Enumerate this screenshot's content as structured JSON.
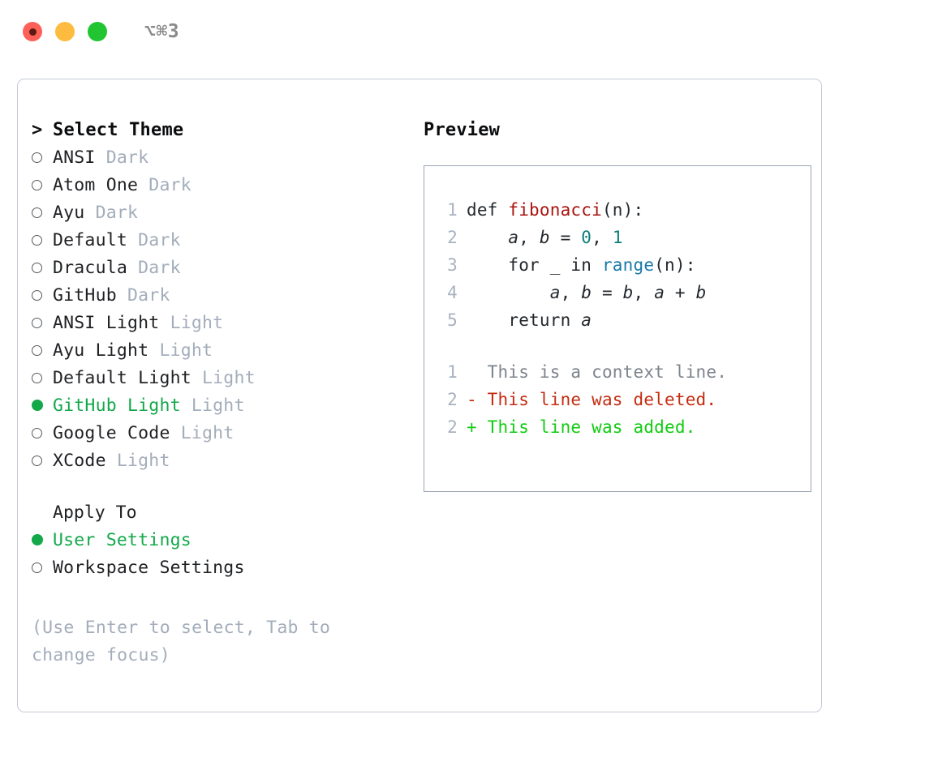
{
  "titlebar": {
    "shortcut": "⌥⌘3",
    "buttons": [
      {
        "name": "close",
        "color": "#fc6058"
      },
      {
        "name": "minimize",
        "color": "#fdbc40"
      },
      {
        "name": "maximize",
        "color": "#21c531"
      }
    ]
  },
  "colors": {
    "accent_green": "#13a84a",
    "diff_add_green": "#11cc11",
    "diff_del_red": "#c42b10",
    "muted": "#a3adbb",
    "border": "#9aa5b5",
    "card_border": "#c4cbd6",
    "token_function": "#a8140f",
    "token_number": "#0f7d78",
    "token_builtin": "#1979a9"
  },
  "theme_picker": {
    "heading": "Select Theme",
    "prompt_marker": ">",
    "items": [
      {
        "label": "ANSI",
        "tag": "Dark",
        "selected": false
      },
      {
        "label": "Atom One",
        "tag": "Dark",
        "selected": false
      },
      {
        "label": "Ayu",
        "tag": "Dark",
        "selected": false
      },
      {
        "label": "Default",
        "tag": "Dark",
        "selected": false
      },
      {
        "label": "Dracula",
        "tag": "Dark",
        "selected": false
      },
      {
        "label": "GitHub",
        "tag": "Dark",
        "selected": false
      },
      {
        "label": "ANSI Light",
        "tag": "Light",
        "selected": false
      },
      {
        "label": "Ayu Light",
        "tag": "Light",
        "selected": false
      },
      {
        "label": "Default Light",
        "tag": "Light",
        "selected": false
      },
      {
        "label": "GitHub Light",
        "tag": "Light",
        "selected": true
      },
      {
        "label": "Google Code",
        "tag": "Light",
        "selected": false
      },
      {
        "label": "XCode",
        "tag": "Light",
        "selected": false
      }
    ]
  },
  "apply_to": {
    "heading": "Apply To",
    "options": [
      {
        "label": "User Settings",
        "selected": true
      },
      {
        "label": "Workspace Settings",
        "selected": false
      }
    ]
  },
  "hint": "(Use Enter to select, Tab to change focus)",
  "preview": {
    "heading": "Preview",
    "code_lines": [
      {
        "n": "1",
        "tokens": [
          {
            "t": "def ",
            "c": "plain"
          },
          {
            "t": "fibonacci",
            "c": "func"
          },
          {
            "t": "(n):",
            "c": "plain"
          }
        ]
      },
      {
        "n": "2",
        "tokens": [
          {
            "t": "    ",
            "c": "plain"
          },
          {
            "t": "a",
            "c": "var"
          },
          {
            "t": ", ",
            "c": "plain"
          },
          {
            "t": "b",
            "c": "var"
          },
          {
            "t": " = ",
            "c": "plain"
          },
          {
            "t": "0",
            "c": "num"
          },
          {
            "t": ", ",
            "c": "plain"
          },
          {
            "t": "1",
            "c": "num"
          }
        ]
      },
      {
        "n": "3",
        "tokens": [
          {
            "t": "    for _ in ",
            "c": "plain"
          },
          {
            "t": "range",
            "c": "builtin"
          },
          {
            "t": "(n):",
            "c": "plain"
          }
        ]
      },
      {
        "n": "4",
        "tokens": [
          {
            "t": "        ",
            "c": "plain"
          },
          {
            "t": "a",
            "c": "var"
          },
          {
            "t": ", ",
            "c": "plain"
          },
          {
            "t": "b",
            "c": "var"
          },
          {
            "t": " = ",
            "c": "plain"
          },
          {
            "t": "b",
            "c": "var"
          },
          {
            "t": ", ",
            "c": "plain"
          },
          {
            "t": "a",
            "c": "var"
          },
          {
            "t": " + ",
            "c": "plain"
          },
          {
            "t": "b",
            "c": "var"
          }
        ]
      },
      {
        "n": "5",
        "tokens": [
          {
            "t": "    return ",
            "c": "plain"
          },
          {
            "t": "a",
            "c": "var"
          }
        ]
      }
    ],
    "diff_lines": [
      {
        "n": "1",
        "sign": " ",
        "text": " This is a context line.",
        "kind": "context"
      },
      {
        "n": "2",
        "sign": "-",
        "text": " This line was deleted.",
        "kind": "del"
      },
      {
        "n": "2",
        "sign": "+",
        "text": " This line was added.",
        "kind": "add"
      }
    ]
  }
}
